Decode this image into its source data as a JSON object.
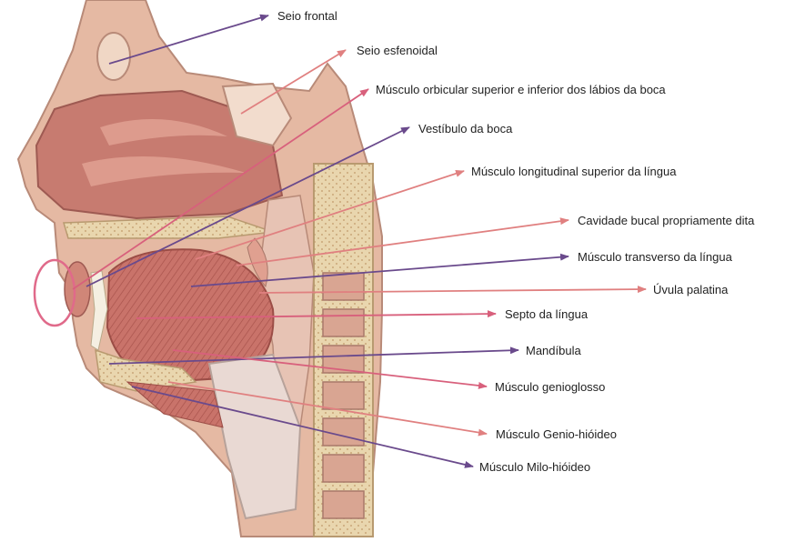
{
  "colors": {
    "purple": "#6a4a8c",
    "pink": "#e08080",
    "magenta": "#d8607c",
    "ring": "#e06a8a",
    "tissue": "#d99a8e",
    "bone": "#efe3c8",
    "muscle": "#c46a62"
  },
  "labels": [
    {
      "id": "seio-frontal",
      "text": "Seio frontal",
      "color": "purple"
    },
    {
      "id": "seio-esfenoidal",
      "text": "Seio esfenoidal",
      "color": "pink"
    },
    {
      "id": "musculo-orbicular",
      "text": "Músculo orbicular superior e inferior dos lábios da boca",
      "color": "magenta"
    },
    {
      "id": "vestibulo-boca",
      "text": "Vestíbulo da boca",
      "color": "purple"
    },
    {
      "id": "longitudinal-superior",
      "text": "Músculo longitudinal superior da língua",
      "color": "pink"
    },
    {
      "id": "cavidade-bucal",
      "text": "Cavidade bucal propriamente dita",
      "color": "pink"
    },
    {
      "id": "transverso-lingua",
      "text": "Músculo transverso da língua",
      "color": "purple"
    },
    {
      "id": "uvula-palatina",
      "text": "Úvula palatina",
      "color": "pink"
    },
    {
      "id": "septo-lingua",
      "text": "Septo da língua",
      "color": "magenta"
    },
    {
      "id": "mandibula",
      "text": "Mandíbula",
      "color": "purple"
    },
    {
      "id": "genioglosso",
      "text": "Músculo genioglosso",
      "color": "magenta"
    },
    {
      "id": "genio-hioideo",
      "text": "Músculo Genio-hióideo",
      "color": "pink"
    },
    {
      "id": "milo-hioideo",
      "text": "Músculo Milo-hióideo",
      "color": "purple"
    }
  ]
}
